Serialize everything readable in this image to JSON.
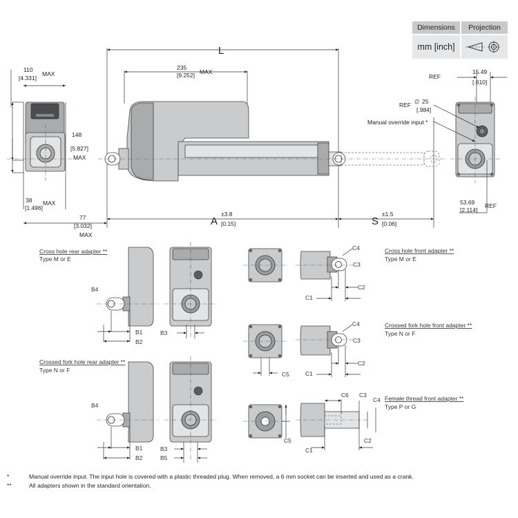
{
  "legend": {
    "header_dimensions": "Dimensions",
    "header_projection": "Projection",
    "units": "mm [inch]",
    "projection_icon": "first-angle-projection-icon"
  },
  "main_views": {
    "side_width": "110",
    "side_width_in": "[4.331]",
    "side_height": "148",
    "side_height_in": "[5.827]",
    "side_bottom": "38",
    "side_bottom_in": "[1.496]",
    "side_offset": "77",
    "side_offset_in": "[3.032]",
    "max": "MAX",
    "length_label": "L",
    "housing": "235",
    "housing_in": "[9.252]",
    "a_label": "A",
    "a_tol": "±3.8",
    "a_tol_in": "[0.15]",
    "s_label": "S",
    "s_tol": "±1.5",
    "s_tol_in": "[0.06]",
    "ref_top": "15.49",
    "ref_top_in": "[.610]",
    "ref": "REF",
    "ref_dia": "25",
    "ref_dia_in": "[.984]",
    "override_label": "Manual override input *",
    "ref_bottom": "53.69",
    "ref_bottom_in": "[2.114]"
  },
  "adapters": {
    "rear_cross_title": "Cross hole rear adapter **",
    "rear_cross_type": "Type M or E",
    "rear_fork_title": "Crossed fork hole rear adapter **",
    "rear_fork_type": "Type N or F",
    "front_cross_title": "Cross hole front adapter **",
    "front_cross_type": "Type M or E",
    "front_fork_title": "Crossed fork hole front adapter **",
    "front_fork_type": "Type N or F",
    "front_thread_title": "Female thread front adapter **",
    "front_thread_type": "Type P or G",
    "b1": "B1",
    "b2": "B2",
    "b3": "B3",
    "b4": "B4",
    "b5": "B5",
    "c1": "C1",
    "c2": "C2",
    "c3": "C3",
    "c4": "C4",
    "c5": "C5",
    "c6": "C6"
  },
  "footnotes": [
    {
      "mark": "*",
      "text": "Manual override input. The input hole is covered with a plastic threaded plug. When removed, a 6 mm socket can be inserted and used as a crank."
    },
    {
      "mark": "**",
      "text": "All adapters shown in the standard orientation."
    }
  ]
}
